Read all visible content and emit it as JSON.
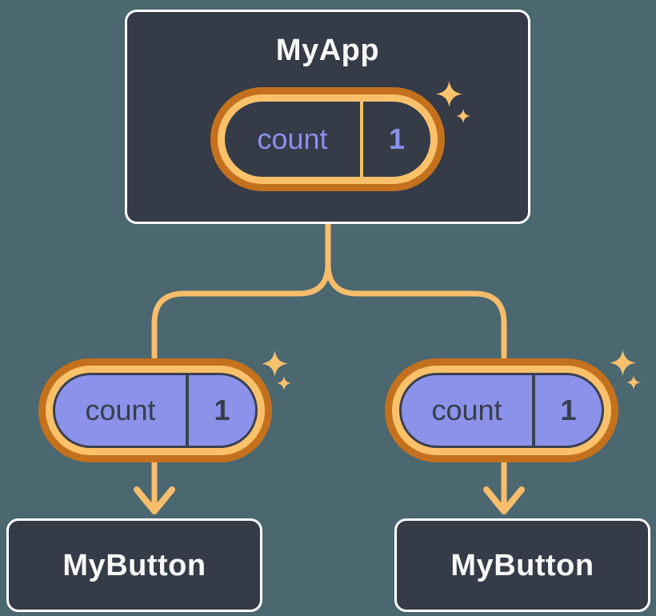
{
  "tree": {
    "root": {
      "title": "MyApp",
      "state": {
        "label": "count",
        "value": "1"
      }
    },
    "children": [
      {
        "title": "MyButton",
        "state": {
          "label": "count",
          "value": "1"
        }
      },
      {
        "title": "MyButton",
        "state": {
          "label": "count",
          "value": "1"
        }
      }
    ]
  },
  "colors": {
    "background": "#4B6770",
    "node_fill": "#353B47",
    "node_border": "#FFFFFF",
    "node_text": "#F8F8F8",
    "ring_outer": "#C4711D",
    "ring_inner": "#FBC16A",
    "connector": "#F8BD6B",
    "sparkle": "#FAC26E",
    "state_fill": "#8B92E9",
    "state_outline": "#3A4050",
    "state_text_dark": "#373E4D",
    "state_text_purple": "#8A91EC"
  }
}
